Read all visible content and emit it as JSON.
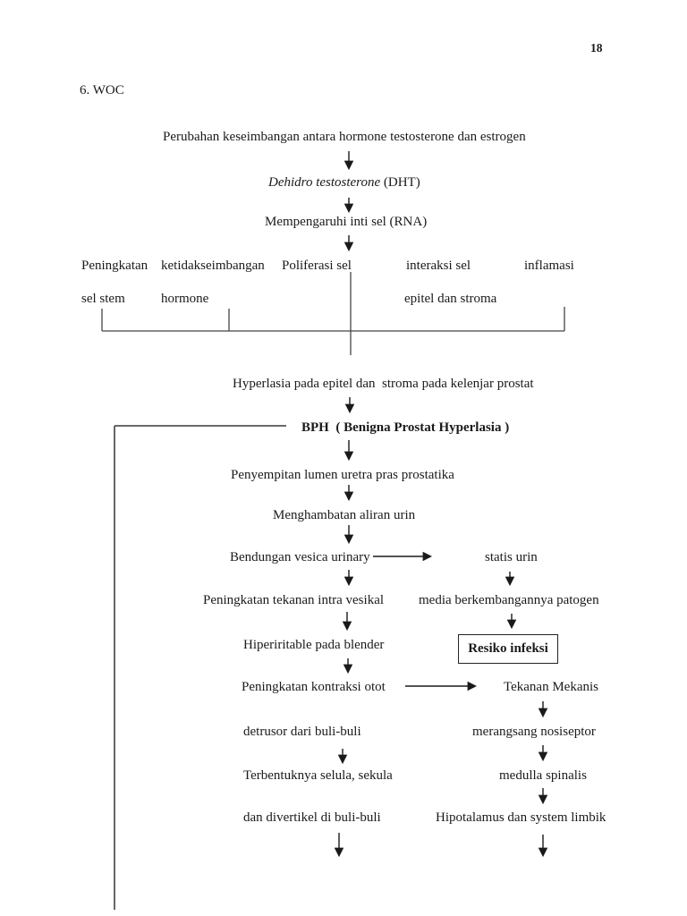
{
  "page": {
    "number": "18",
    "heading": "6. WOC"
  },
  "flowchart": {
    "perubahan": "Perubahan keseimbangan antara hormone testosterone dan estrogen",
    "dht": {
      "italic": "Dehidro testosterone",
      "rest": " (DHT)"
    },
    "rna": "Mempengaruhi inti sel (RNA)",
    "branches": {
      "peningkatan_line1": "Peningkatan",
      "peningkatan_line2": "sel stem",
      "ketidakseimbangan_line1": "ketidakseimbangan",
      "ketidakseimbangan_line2": "hormone",
      "poliferasi": "Poliferasi sel",
      "interaksi_line1": "interaksi sel",
      "interaksi_line2": "epitel dan stroma",
      "inflamasi": "inflamasi"
    },
    "hyperlasia": "Hyperlasia pada epitel dan  stroma pada kelenjar prostat",
    "bph": "BPH  ( Benigna Prostat Hyperlasia )",
    "penyempitan": "Penyempitan lumen uretra pras prostatika",
    "menghambatan": "Menghambatan aliran urin",
    "bendungan": "Bendungan vesica urinary",
    "statis_urin": "statis urin",
    "tekanan_intra": "Peningkatan tekanan intra vesikal",
    "media_patogen": "media berkembangannya patogen",
    "hiperiritable": "Hiperiritable pada blender",
    "resiko_infeksi": "Resiko infeksi",
    "kontraksi": "Peningkatan kontraksi otot",
    "detrusor": "detrusor dari buli-buli",
    "tekanan_mekanis": "Tekanan Mekanis",
    "merangsang": "merangsang nosiseptor",
    "terbentuknya": "Terbentuknya selula, sekula",
    "medulla": "medulla spinalis",
    "divertikel": "dan divertikel di buli-buli",
    "hipotalamus": "Hipotalamus dan system limbik"
  },
  "colors": {
    "ink": "#1a1a1a",
    "line": "#444444",
    "page_bg": "#ffffff"
  }
}
